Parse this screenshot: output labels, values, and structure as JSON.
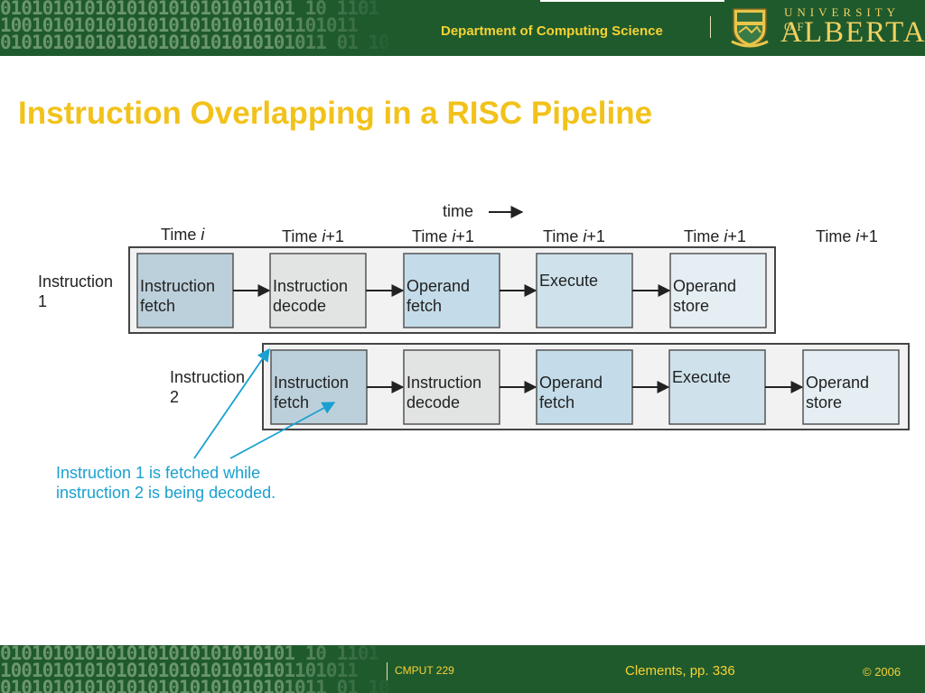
{
  "header": {
    "department": "Department of Computing Science",
    "university_top": "UNIVERSITY OF",
    "university_name": "ALBERTA",
    "binary_rows": [
      "0101010101010101010101010101 10 1101",
      "1001010101010101010101010101101011",
      "0101010101010101010101010101011 01 1010"
    ]
  },
  "slide": {
    "title": "Instruction Overlapping in a RISC Pipeline"
  },
  "diagram": {
    "time_label": "time",
    "column_labels": [
      {
        "base": "Time ",
        "var": "i",
        "suffix": ""
      },
      {
        "base": "Time ",
        "var": "i",
        "suffix": "+1"
      },
      {
        "base": "Time ",
        "var": "i",
        "suffix": "+1"
      },
      {
        "base": "Time ",
        "var": "i",
        "suffix": "+1"
      },
      {
        "base": "Time ",
        "var": "i",
        "suffix": "+1"
      },
      {
        "base": "Time ",
        "var": "i",
        "suffix": "+1"
      }
    ],
    "rows": [
      {
        "label": [
          "Instruction",
          "1"
        ],
        "stages": [
          {
            "lines": [
              "Instruction",
              "fetch"
            ],
            "fill": "#bcd0db"
          },
          {
            "lines": [
              "Instruction",
              "decode"
            ],
            "fill": "#e2e3e3"
          },
          {
            "lines": [
              "Operand",
              "fetch"
            ],
            "fill": "#c4dce9"
          },
          {
            "lines": [
              "Execute"
            ],
            "fill": "#cfe2ec"
          },
          {
            "lines": [
              "Operand",
              "store"
            ],
            "fill": "#e4eef3"
          }
        ]
      },
      {
        "label": [
          "Instruction",
          "2"
        ],
        "stages": [
          {
            "lines": [
              "Instruction",
              "fetch"
            ],
            "fill": "#bcd0db"
          },
          {
            "lines": [
              "Instruction",
              "decode"
            ],
            "fill": "#e2e3e3"
          },
          {
            "lines": [
              "Operand",
              "fetch"
            ],
            "fill": "#c4dce9"
          },
          {
            "lines": [
              "Execute"
            ],
            "fill": "#cfe2ec"
          },
          {
            "lines": [
              "Operand",
              "store"
            ],
            "fill": "#e4eef3"
          }
        ]
      }
    ],
    "annotation": [
      "Instruction 1 is fetched while",
      "instruction 2 is being decoded."
    ],
    "annotation_color": "#1aa0d0"
  },
  "footer": {
    "course": "CMPUT 229",
    "reference": "Clements, pp. 336",
    "copyright": "© 2006"
  },
  "colors": {
    "bar": "#1f5a2d",
    "accent": "#f5d232",
    "title": "#f2c21a"
  }
}
